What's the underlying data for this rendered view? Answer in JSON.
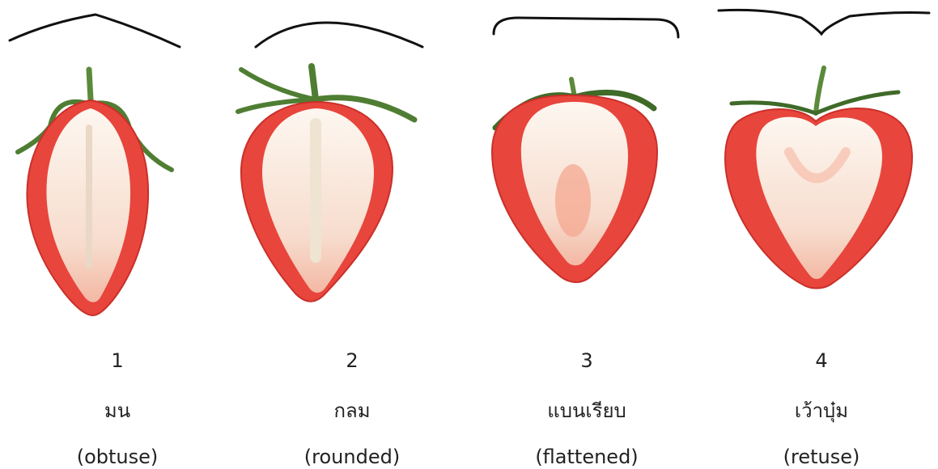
{
  "colors": {
    "flesh_red": "#e8453c",
    "core_white": "#fbf1e9",
    "calyx_green": "#5b8a3a",
    "outline": "#111111",
    "text": "#222222"
  },
  "items": [
    {
      "number": "1",
      "thai": "มน",
      "english": "(obtuse)"
    },
    {
      "number": "2",
      "thai": "กลม",
      "english": "(rounded)"
    },
    {
      "number": "3",
      "thai": "แบนเรียบ",
      "english": "(flattened)"
    },
    {
      "number": "4",
      "thai": "เว้าบุ๋ม",
      "english": "(retuse)"
    }
  ]
}
